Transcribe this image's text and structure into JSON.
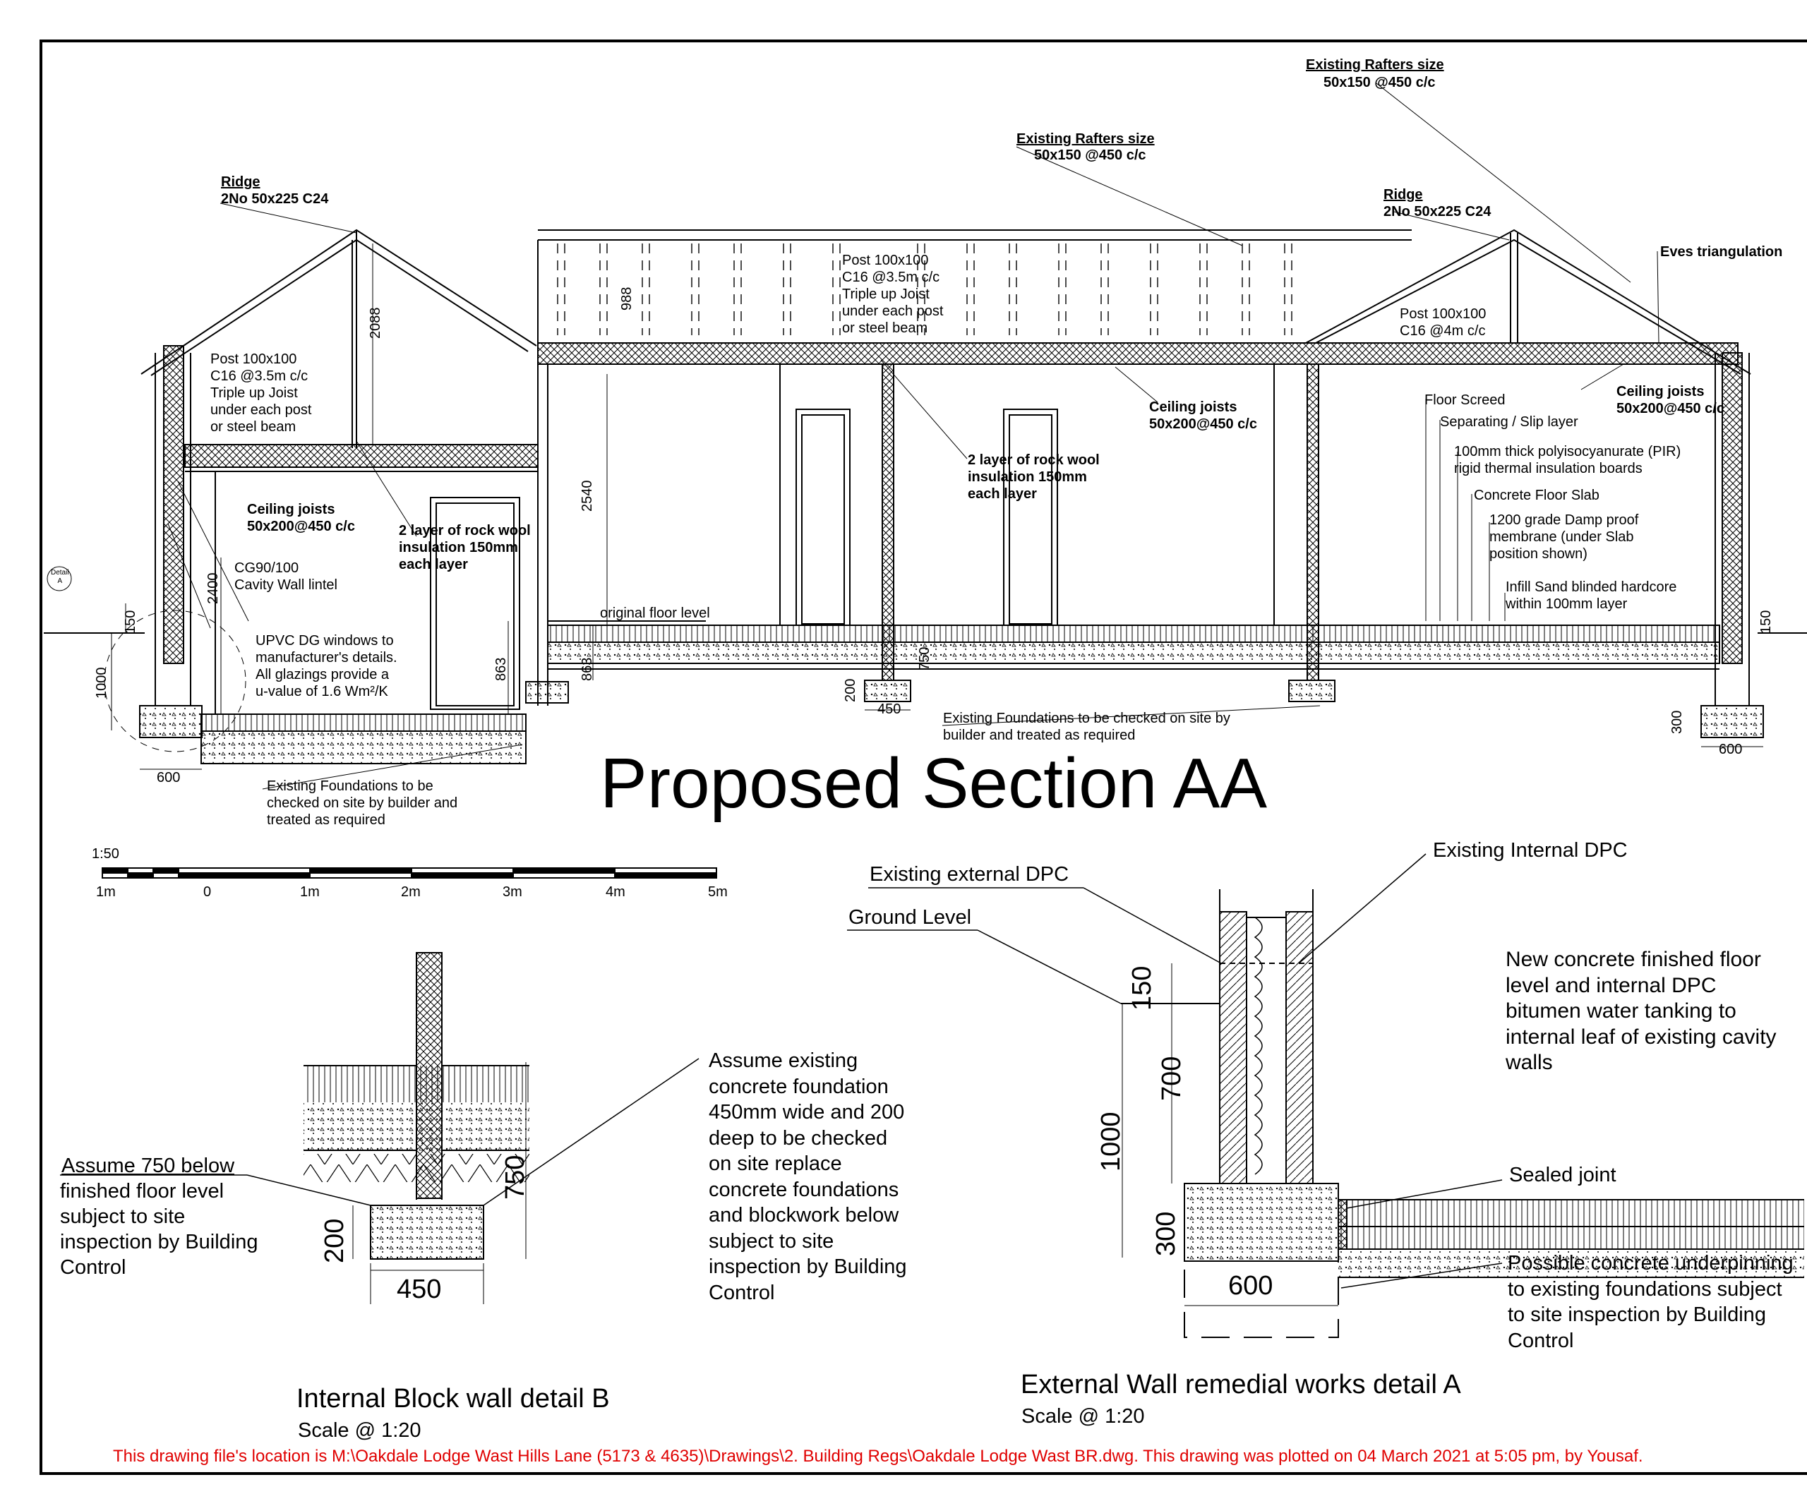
{
  "section": {
    "title": "Proposed Section AA",
    "annotations": {
      "rafters_top_title": "Existing Rafters size",
      "rafters_top_size": "50x150 @450 c/c",
      "rafters_mid_title": "Existing Rafters size",
      "rafters_mid_size": "50x150 @450 c/c",
      "ridge_left_title": "Ridge",
      "ridge_left_size": "2No 50x225 C24",
      "ridge_right_title": "Ridge",
      "ridge_right_size": "2No 50x225 C24",
      "eves": "Eves triangulation",
      "post_left": "Post 100x100\nC16 @3.5m c/c\nTriple up Joist\nunder each post\nor steel beam",
      "post_mid": "Post 100x100\nC16 @3.5m c/c\nTriple up Joist\nunder each post\nor steel beam",
      "post_right": "Post 100x100\nC16 @4m c/c",
      "ceiling_joists_left": "Ceiling joists\n50x200@450 c/c",
      "ceiling_joists_mid": "Ceiling joists\n50x200@450 c/c",
      "ceiling_joists_right": "Ceiling joists\n50x200@450 c/c",
      "rockwool_left": "2 layer of rock wool\ninsulation 150mm\neach layer",
      "rockwool_mid": "2 layer of rock wool\ninsulation 150mm\neach layer",
      "lintel": "CG90/100\nCavity Wall lintel",
      "windows": "UPVC DG windows to\nmanufacturer's details.\nAll glazings provide a\nu-value of 1.6 Wm²/K",
      "original_floor": "original floor level",
      "floor_screed": "Floor Screed",
      "slip_layer": "Separating / Slip layer",
      "pir": "100mm thick polyisocyanurate (PIR)\nrigid thermal insulation boards",
      "slab": "Concrete Floor Slab",
      "dpm": "1200 grade Damp proof\nmembrane (under Slab\nposition shown)",
      "hardcore": "Infill Sand blinded hardcore\nwithin 100mm layer",
      "found_left": "Existing Foundations to be\nchecked on site by builder and\ntreated as required",
      "found_mid": "Existing Foundations to be checked on site by\nbuilder and treated as required",
      "detail_tag": "Detail\nA"
    },
    "dimensions": {
      "d2088": "2088",
      "d988": "988",
      "d2540": "2540",
      "d2400": "2400",
      "d150l": "150",
      "d1000": "1000",
      "d863a": "863",
      "d863b": "863",
      "d750": "750",
      "d200": "200",
      "d450": "450",
      "d600l": "600",
      "d150r": "150",
      "d300r": "300",
      "d600r": "600"
    }
  },
  "scale_bar": {
    "ratio": "1:50",
    "labels": [
      "1m",
      "0",
      "1m",
      "2m",
      "3m",
      "4m",
      "5m"
    ]
  },
  "detail_b": {
    "title": "Internal Block wall detail B",
    "scale": "Scale @ 1:20",
    "assume_below": "Assume 750 below",
    "note_left": "finished floor level\nsubject to site\ninspection by Building\nControl",
    "note_right": "Assume existing\nconcrete foundation\n450mm wide and 200\ndeep to be checked\non site replace\nconcrete foundations\nand blockwork below\nsubject to site\ninspection by Building\nControl",
    "dim_750": "750",
    "dim_200": "200",
    "dim_450": "450"
  },
  "detail_a": {
    "title": "External Wall remedial works detail A",
    "scale": "Scale @ 1:20",
    "internal_dpc": "Existing Internal  DPC",
    "external_dpc": "Existing external DPC",
    "ground_level": "Ground Level",
    "new_floor": "New concrete finished floor\nlevel and internal DPC\nbitumen water tanking to\ninternal leaf of existing cavity\nwalls",
    "sealed_joint": "Sealed joint",
    "underpinning": "Possible concrete underpinning\nto existing foundations subject\nto site inspection by Building\nControl",
    "dim_150": "150",
    "dim_700": "700",
    "dim_1000": "1000",
    "dim_300": "300",
    "dim_600": "600"
  },
  "footer": {
    "location_note": "This drawing file's location is M:\\Oakdale Lodge Wast Hills Lane (5173 & 4635)\\Drawings\\2. Building Regs\\Oakdale Lodge Wast  BR.dwg. This drawing was plotted on 04 March 2021 at 5:05 pm, by Yousaf."
  }
}
